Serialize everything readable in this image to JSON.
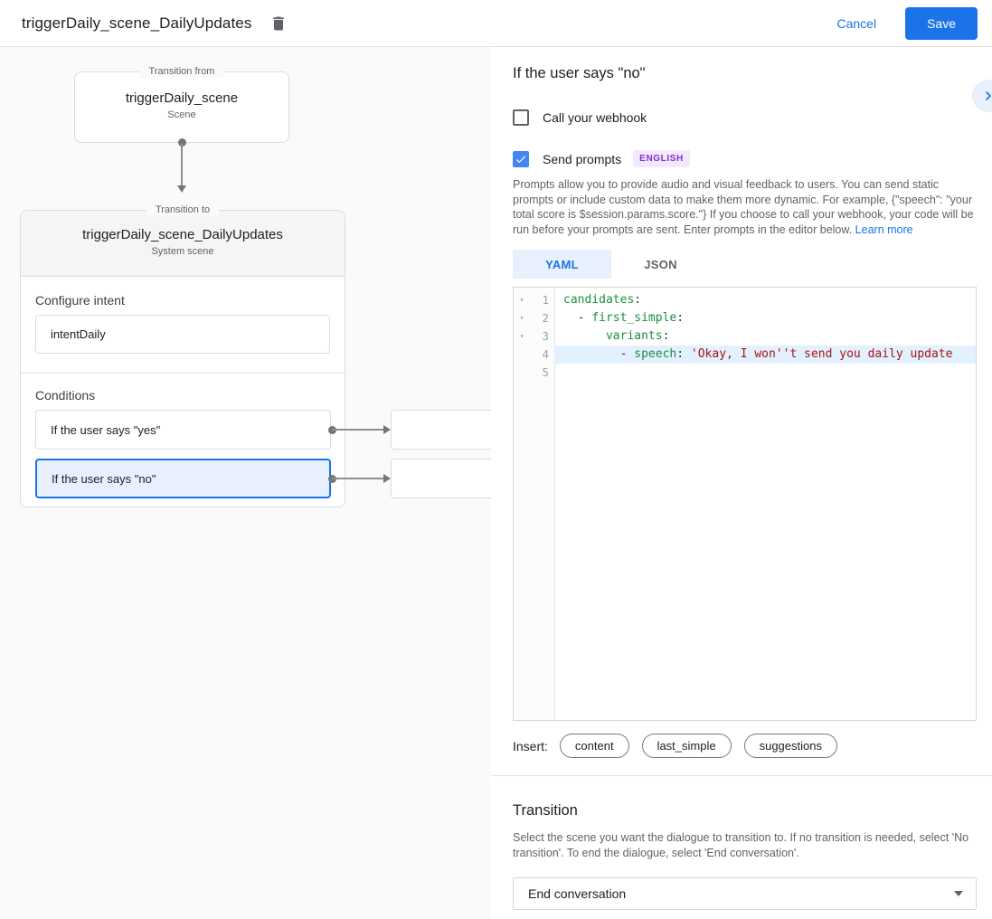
{
  "header": {
    "title": "triggerDaily_scene_DailyUpdates",
    "cancel_label": "Cancel",
    "save_label": "Save"
  },
  "icons": {
    "delete": "trash-can",
    "panel_collapse": "chevron-right",
    "prompts_checkbox": "checkmark",
    "dropdown": "caret-down",
    "editor_fold": "▾"
  },
  "canvas": {
    "transition_from": {
      "legend": "Transition from",
      "title": "triggerDaily_scene",
      "subtitle": "Scene"
    },
    "transition_to": {
      "legend": "Transition to",
      "title": "triggerDaily_scene_DailyUpdates",
      "subtitle": "System scene",
      "configure_intent_label": "Configure intent",
      "intent_value": "intentDaily",
      "conditions_label": "Conditions",
      "conditions": [
        {
          "label": "If the user says \"yes\"",
          "selected": false
        },
        {
          "label": "If the user says \"no\"",
          "selected": true
        }
      ]
    }
  },
  "panel": {
    "title": "If the user says \"no\"",
    "webhook_checkbox_label": "Call your webhook",
    "prompts_checkbox_label": "Send prompts",
    "language_badge": "ENGLISH",
    "description": "Prompts allow you to provide audio and visual feedback to users. You can send static prompts or include custom data to make them more dynamic. For example, {\"speech\": \"your total score is $session.params.score.\"} If you choose to call your webhook, your code will be run before your prompts are sent. Enter prompts in the editor below. ",
    "learn_more_label": "Learn more",
    "tabs": [
      {
        "label": "YAML",
        "active": true
      },
      {
        "label": "JSON",
        "active": false
      }
    ],
    "editor": {
      "fold_glyph": "▾",
      "lines": [
        {
          "num": 1,
          "fold": true,
          "highlight": false,
          "tokens": [
            [
              "key",
              "candidates"
            ],
            [
              "punc",
              ":"
            ]
          ]
        },
        {
          "num": 2,
          "fold": true,
          "highlight": false,
          "tokens": [
            [
              "punc",
              "  - "
            ],
            [
              "key",
              "first_simple"
            ],
            [
              "punc",
              ":"
            ]
          ]
        },
        {
          "num": 3,
          "fold": true,
          "highlight": false,
          "tokens": [
            [
              "plain",
              "      "
            ],
            [
              "key",
              "variants"
            ],
            [
              "punc",
              ":"
            ]
          ]
        },
        {
          "num": 4,
          "fold": false,
          "highlight": true,
          "tokens": [
            [
              "punc",
              "        - "
            ],
            [
              "key",
              "speech"
            ],
            [
              "punc",
              ": "
            ],
            [
              "string",
              "'Okay, I won''t send you daily update"
            ]
          ]
        },
        {
          "num": 5,
          "fold": false,
          "highlight": false,
          "tokens": []
        }
      ]
    },
    "insert_label": "Insert:",
    "insert_chips": [
      "content",
      "last_simple",
      "suggestions"
    ],
    "transition": {
      "title": "Transition",
      "description": "Select the scene you want the dialogue to transition to. If no transition is needed, select 'No transition'. To end the dialogue, select 'End conversation'.",
      "dropdown_value": "End conversation"
    }
  }
}
